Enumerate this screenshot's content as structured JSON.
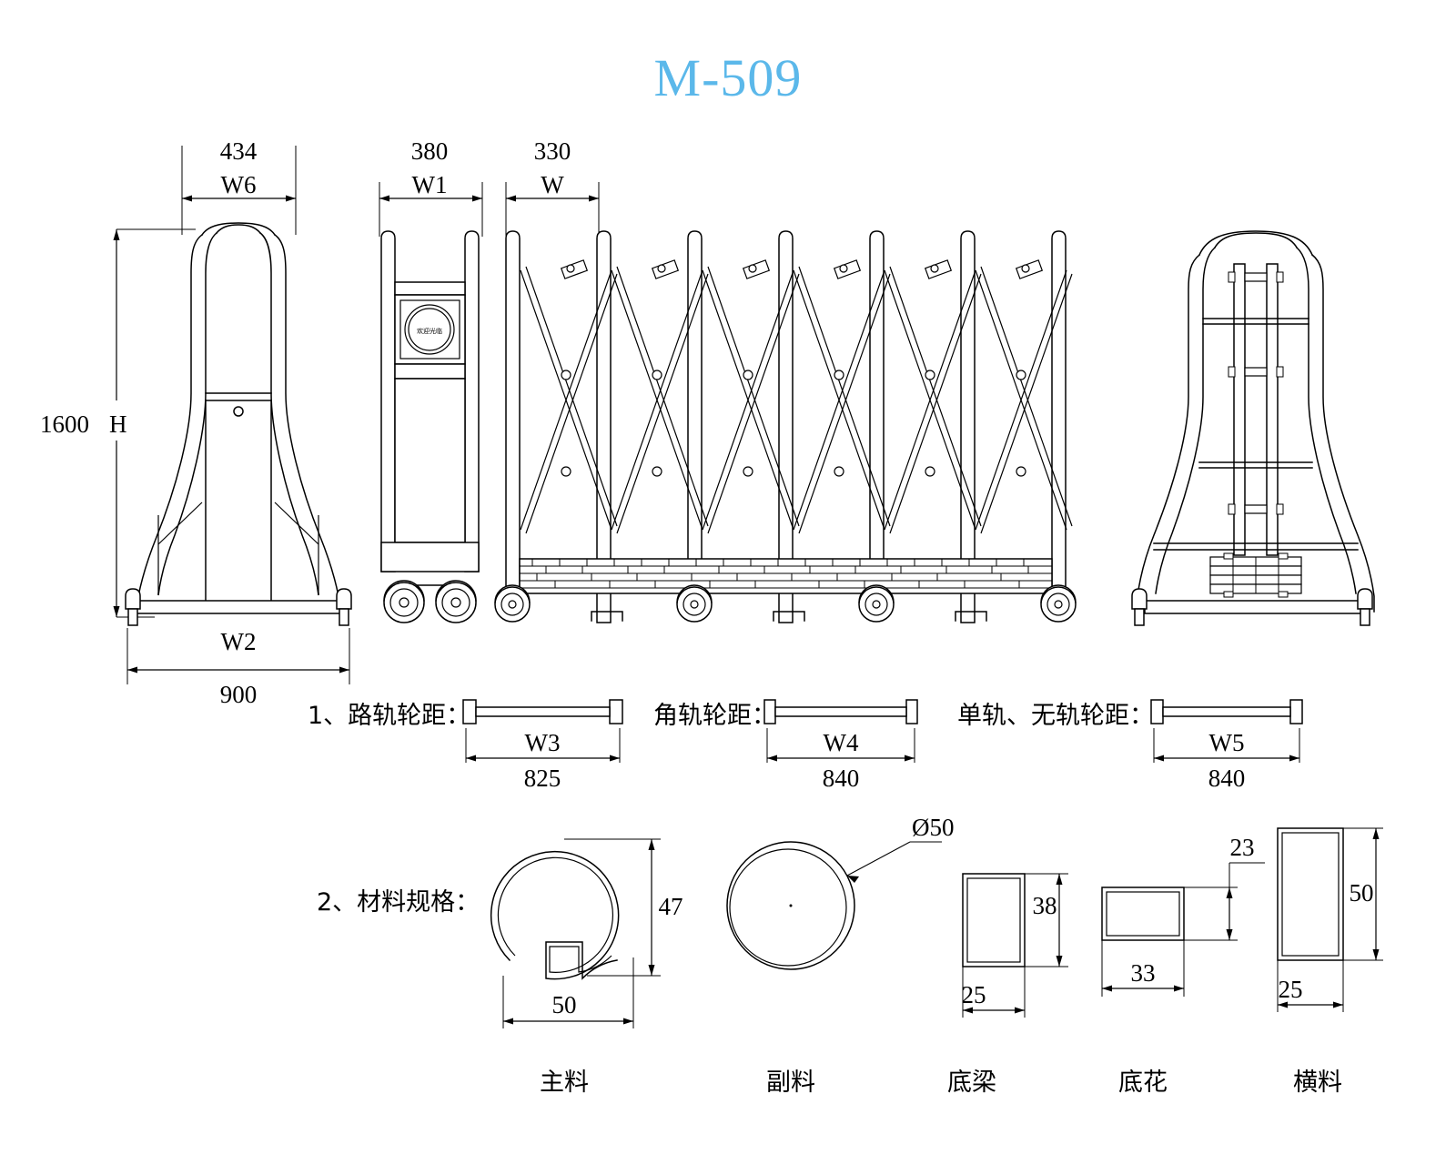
{
  "drawing": {
    "title": "M-509",
    "title_color": "#5bb8ea",
    "logo_text": "欢迎光临"
  },
  "top_dimensions": [
    {
      "name": "left-view-width",
      "value": "434",
      "label": "W6"
    },
    {
      "name": "lead-post-width",
      "value": "380",
      "label": "W1"
    },
    {
      "name": "panel-pitch",
      "value": "330",
      "label": "W"
    }
  ],
  "height_dimension": {
    "value": "1600",
    "label": "H"
  },
  "bottom_dimension": {
    "label": "W2",
    "value": "900"
  },
  "wheel_gauges": {
    "section_number": "1、",
    "items": [
      {
        "name": "rail-gauge",
        "caption": "1、路轨轮距：",
        "label": "W3",
        "value": "825"
      },
      {
        "name": "angle-rail-gauge",
        "caption": "角轨轮距：",
        "label": "W4",
        "value": "840"
      },
      {
        "name": "single-trackless-gauge",
        "caption": "单轨、无轨轮距：",
        "label": "W5",
        "value": "840"
      }
    ]
  },
  "materials": {
    "section_caption": "2、材料规格：",
    "items": [
      {
        "name": "main-profile",
        "label": "主料",
        "height": "47",
        "width": "50",
        "shape": "round-slotted"
      },
      {
        "name": "secondary-profile",
        "label": "副料",
        "diameter": "Ø50",
        "shape": "circle"
      },
      {
        "name": "bottom-beam-profile",
        "label": "底梁",
        "height": "38",
        "width": "25",
        "shape": "rect"
      },
      {
        "name": "bottom-lattice-profile",
        "label": "底花",
        "height": "23",
        "width": "33",
        "shape": "rect"
      },
      {
        "name": "cross-profile",
        "label": "横料",
        "height": "50",
        "width": "25",
        "shape": "rect"
      }
    ]
  }
}
